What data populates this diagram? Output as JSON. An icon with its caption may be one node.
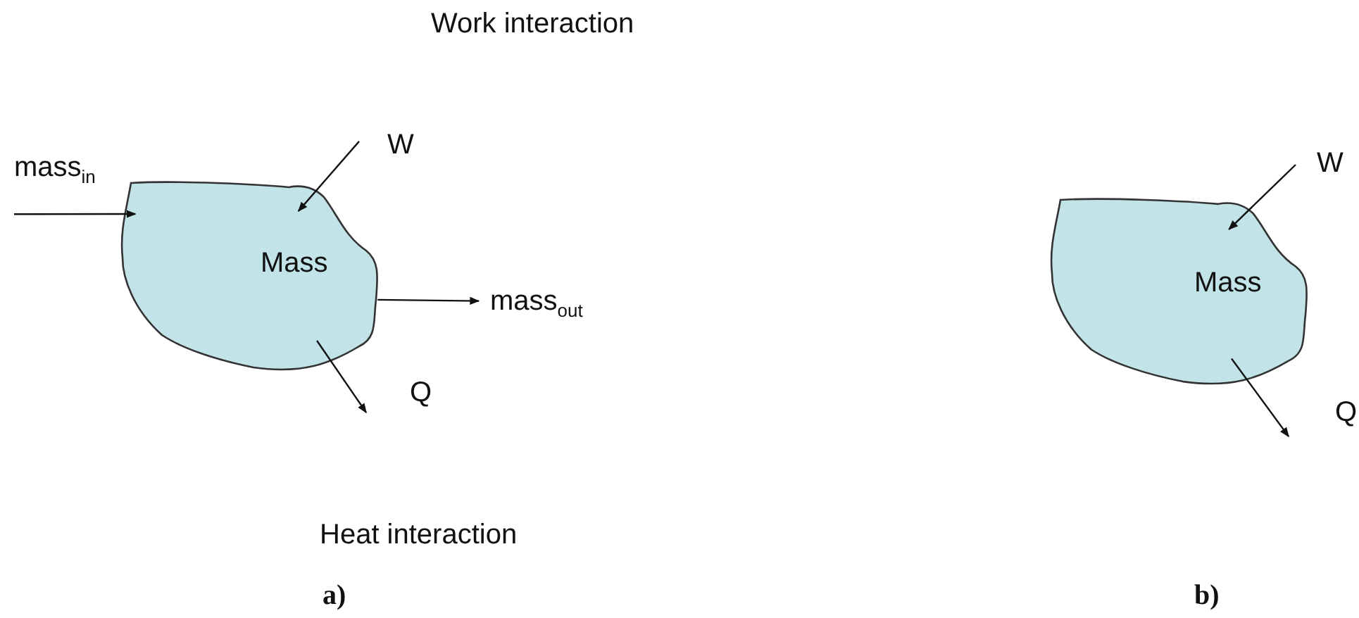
{
  "diagram": {
    "nodes": [
      {
        "text": [
          "Mass"
        ]
      },
      {
        "text": [
          "mass$_{in}$"
        ]
      },
      {
        "text": [
          "W"
        ]
      },
      {
        "text": [
          "mass$_{out}$"
        ]
      },
      {
        "text": [
          "Q"
        ]
      },
      {
        "text": [
          "Mass"
        ]
      },
      {
        "text": [
          "W"
        ]
      },
      {
        "text": [
          "Q"
        ]
      }
    ],
    "edges": [
      {
        "from": 1,
        "to": 0,
        "arrow": "to"
      },
      {
        "from": 2,
        "to": 0,
        "arrow": "to"
      },
      {
        "from": 0,
        "to": 3,
        "arrow": "to"
      },
      {
        "from": 0,
        "to": 4,
        "arrow": "to"
      },
      {
        "from": 6,
        "to": 5,
        "arrow": "to"
      },
      {
        "from": 5,
        "to": 7,
        "arrow": "to"
      }
    ],
    "labels": [
      "Work interaction",
      "Heat interaction",
      "a)",
      "b)"
    ]
  }
}
